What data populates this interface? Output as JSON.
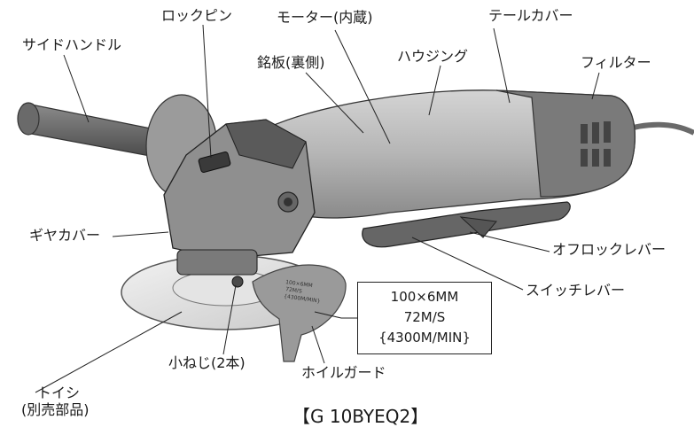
{
  "labels": {
    "lock_pin": "ロックピン",
    "motor": "モーター(内蔵)",
    "tail_cover": "テールカバー",
    "side_handle": "サイドハンドル",
    "nameplate": "銘板(裏側)",
    "housing": "ハウジング",
    "filter": "フィルター",
    "gear_cover": "ギヤカバー",
    "off_lock_lever": "オフロックレバー",
    "switch_lever": "スイッチレバー",
    "small_screw": "小ねじ(2本)",
    "wheel_guard": "ホイルガード",
    "grinding_wheel_line1": "トイシ",
    "grinding_wheel_line2": "(別売部品)"
  },
  "spec": {
    "line1": "100×6MM",
    "line2": "72M/S",
    "line3": "{4300M/MIN}"
  },
  "wheel_print": [
    "100×6MM",
    "72M/S",
    "{4300M/MIN}"
  ],
  "model": "【G 10BYEQ2】"
}
